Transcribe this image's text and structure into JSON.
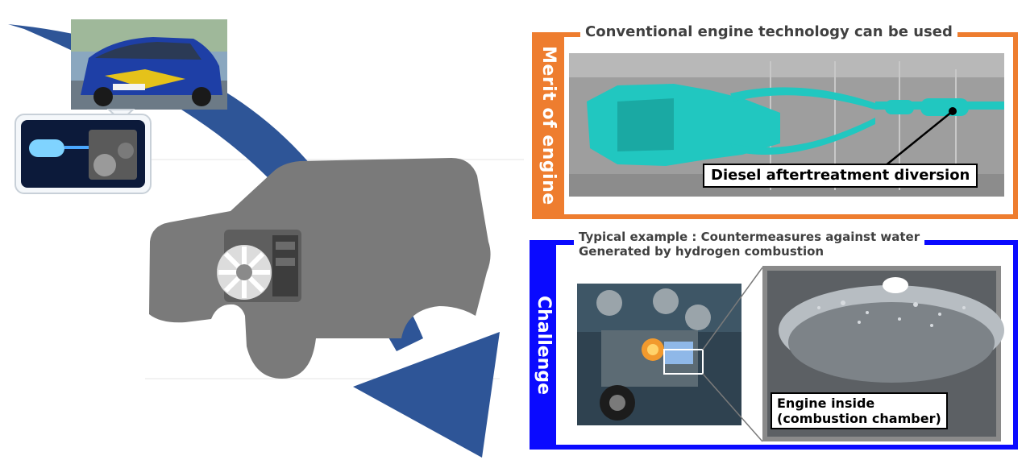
{
  "merit": {
    "side_label": "Merit of engine",
    "title": "Conventional engine technology can be used",
    "callout": "Diesel aftertreatment diversion",
    "accent_color": "#ee7d2f"
  },
  "challenge": {
    "side_label": "Challenge",
    "title_line1": "Typical example : Countermeasures against water",
    "title_line2": "Generated by hydrogen combustion",
    "callout_line1": "Engine inside",
    "callout_line2": "(combustion chamber)",
    "accent_color": "#0a0aff"
  },
  "arrow_color": "#2e5597",
  "vehicle_color": "#7a7a7a"
}
